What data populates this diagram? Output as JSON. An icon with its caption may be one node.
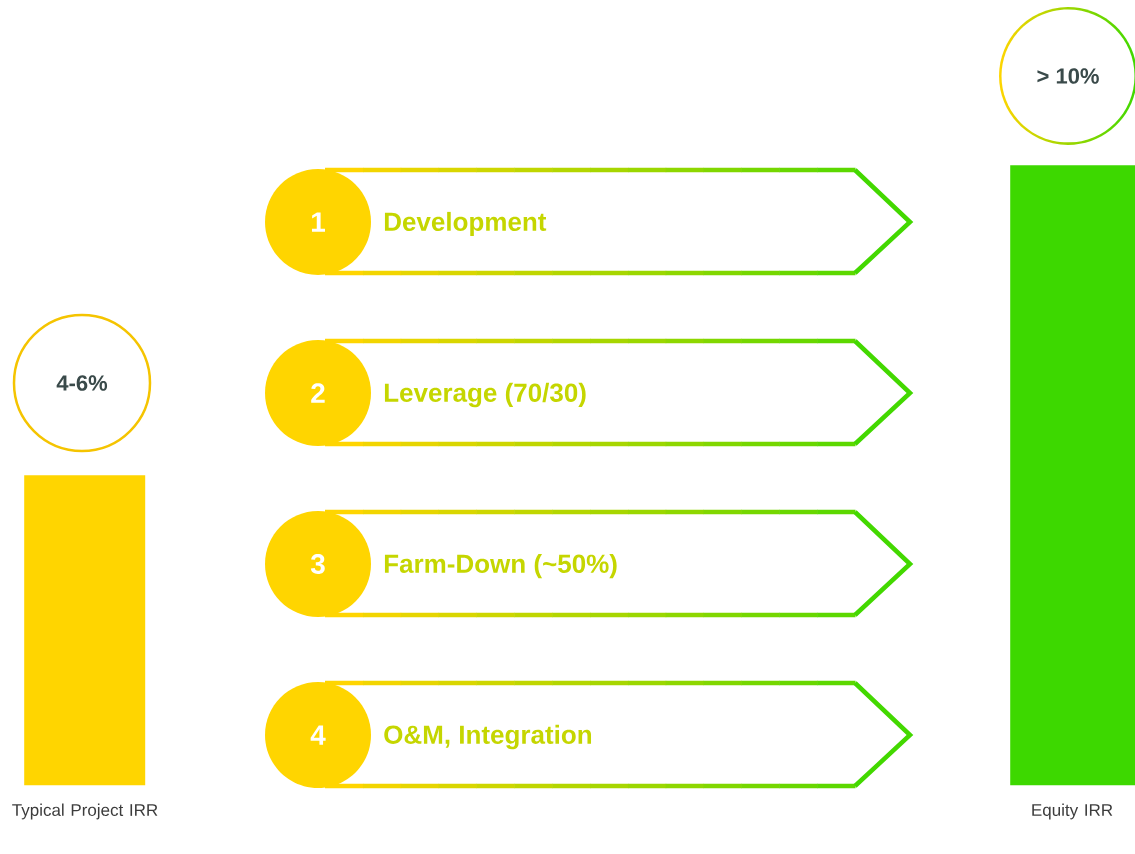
{
  "diagram": {
    "nodes": [
      {
        "text": [
          "4-6%"
        ]
      },
      {
        "text": [],
        "shape": "bar",
        "beside": [
          "Typical Project IRR"
        ]
      },
      {
        "text": [
          "1",
          "Development"
        ]
      },
      {
        "text": [
          "2",
          "Leverage (70/30)"
        ]
      },
      {
        "text": [
          "3",
          "Farm-Down (~50%)"
        ]
      },
      {
        "text": [
          "4",
          "O&M, Integration"
        ]
      },
      {
        "text": [
          "> 10%"
        ]
      },
      {
        "text": [],
        "shape": "bar",
        "beside": [
          "Equity IRR"
        ]
      }
    ]
  }
}
